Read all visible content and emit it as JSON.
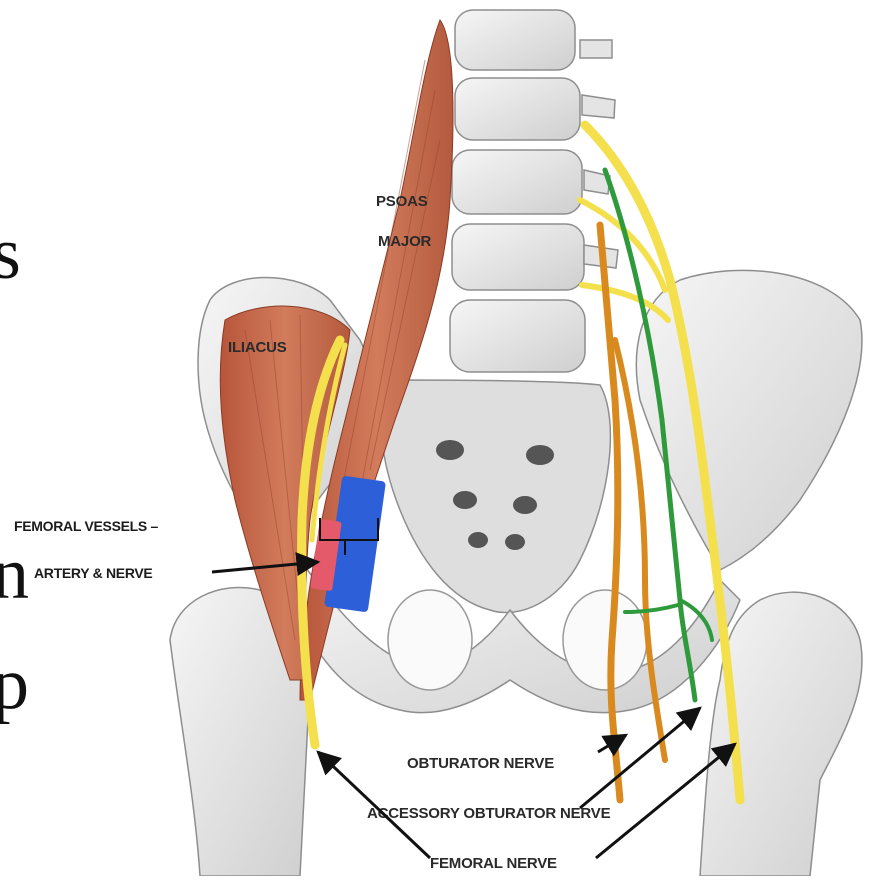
{
  "slide_fragments": [
    "s",
    "n",
    "p"
  ],
  "labels": {
    "psoas_line1": "PSOAS",
    "psoas_line2": "MAJOR",
    "iliacus": "ILIACUS",
    "femoral_vessels_line1": "FEMORAL VESSELS –",
    "femoral_vessels_line2": "ARTERY & NERVE",
    "obturator_nerve": "OBTURATOR NERVE",
    "accessory_obturator_nerve": "ACCESSORY OBTURATOR NERVE",
    "femoral_nerve": "FEMORAL NERVE"
  },
  "colors": {
    "muscle": "#c2694a",
    "bone": "#e8e8e8",
    "bone_shadow": "#bdbdbd",
    "nerve_yellow": "#f4e04d",
    "obturator_orange": "#d98a1e",
    "accessory_green": "#2e9a3c",
    "artery_red": "#e45a6a",
    "vein_blue": "#2d5fd8"
  }
}
